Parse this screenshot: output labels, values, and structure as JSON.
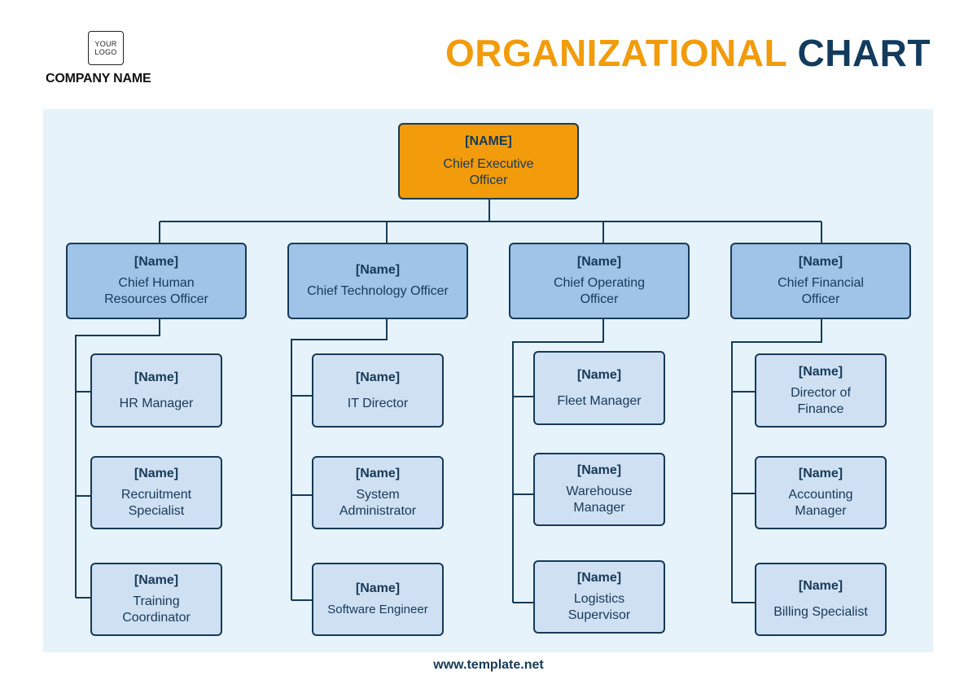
{
  "header": {
    "logo_text": "YOUR LOGO",
    "company_name": "COMPANY NAME",
    "title_part1": "ORGANIZATIONAL",
    "title_part2": "CHART"
  },
  "colors": {
    "title_orange": "#f29b0b",
    "title_navy": "#123b5d",
    "ceo_fill": "#f29b0b",
    "level2_fill": "#9fc4e8",
    "level3_fill": "#cfe0f3",
    "panel_bg": "#e6f3fb",
    "line": "#173a57"
  },
  "ceo": {
    "name": "[NAME]",
    "role": "Chief Executive Officer"
  },
  "departments": [
    {
      "head": {
        "name": "[Name]",
        "role": "Chief Human Resources Officer"
      },
      "staff": [
        {
          "name": "[Name]",
          "role": "HR Manager"
        },
        {
          "name": "[Name]",
          "role": "Recruitment Specialist"
        },
        {
          "name": "[Name]",
          "role": "Training Coordinator"
        }
      ]
    },
    {
      "head": {
        "name": "[Name]",
        "role": "Chief Technology Officer"
      },
      "staff": [
        {
          "name": "[Name]",
          "role": "IT Director"
        },
        {
          "name": "[Name]",
          "role": "System Administrator"
        },
        {
          "name": "[Name]",
          "role": "Software Engineer"
        }
      ]
    },
    {
      "head": {
        "name": "[Name]",
        "role": "Chief Operating Officer"
      },
      "staff": [
        {
          "name": "[Name]",
          "role": "Fleet Manager"
        },
        {
          "name": "[Name]",
          "role": "Warehouse Manager"
        },
        {
          "name": "[Name]",
          "role": "Logistics Supervisor"
        }
      ]
    },
    {
      "head": {
        "name": "[Name]",
        "role": "Chief Financial Officer"
      },
      "staff": [
        {
          "name": "[Name]",
          "role": "Director of Finance"
        },
        {
          "name": "[Name]",
          "role": "Accounting Manager"
        },
        {
          "name": "[Name]",
          "role": "Billing Specialist"
        }
      ]
    }
  ],
  "footer": {
    "url": "www.template.net"
  }
}
